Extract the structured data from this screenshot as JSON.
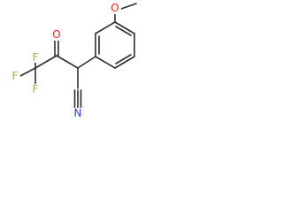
{
  "molecule": {
    "atoms": [
      {
        "symbol": "F",
        "color": "#8fbf3a"
      },
      {
        "symbol": "F",
        "color": "#8fbf3a"
      },
      {
        "symbol": "F",
        "color": "#8fbf3a"
      },
      {
        "symbol": "O",
        "color": "#e8231c"
      },
      {
        "symbol": "O",
        "color": "#e8231c"
      },
      {
        "symbol": "N",
        "color": "#2a3ad8"
      }
    ]
  },
  "colors": {
    "bond": "#2e2e2e",
    "fluorine": "#8fbf3a",
    "oxygen": "#e8231c",
    "nitrogen": "#2a3ad8"
  }
}
